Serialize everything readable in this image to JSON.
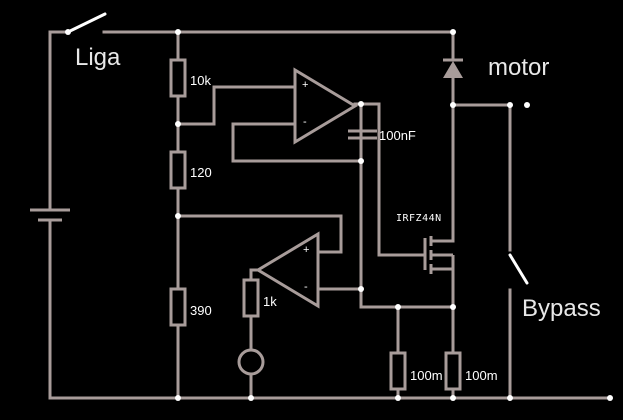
{
  "labels": {
    "liga": "Liga",
    "motor": "motor",
    "bypass": "Bypass",
    "mosfet": "IRFZ44N",
    "cap": "100nF",
    "r_top": "10k",
    "r_mid": "120",
    "r_bot": "390",
    "r_op2": "1k",
    "r_sense1": "100m",
    "r_sense2": "100m",
    "op1_plus": "+",
    "op1_minus": "-",
    "op2_plus": "+",
    "op2_minus": "-"
  },
  "colors": {
    "background": "#000000",
    "wire": "#a89c9a",
    "switch": "#ffffff",
    "node": "#ffffff",
    "text": "#ffffff"
  }
}
